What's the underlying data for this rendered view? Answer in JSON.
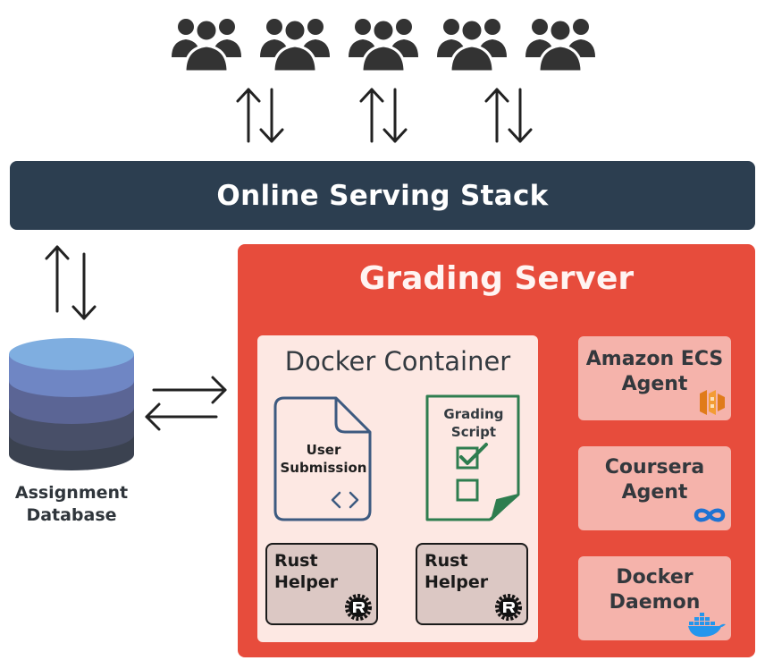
{
  "users": {
    "count": 5,
    "icon": "user-group-icon",
    "color": "#333333"
  },
  "serving_stack": {
    "title": "Online Serving Stack",
    "color": "#2c3e50"
  },
  "grading_server": {
    "title": "Grading Server",
    "color": "#e74c3c",
    "docker_container": {
      "title": "Docker Container",
      "user_submission": {
        "line1": "User",
        "line2": "Submission",
        "icon": "code-file-icon",
        "color": "#3d5a80"
      },
      "grading_script": {
        "line1": "Grading",
        "line2": "Script",
        "icon": "checklist-file-icon",
        "color": "#2e7d4f"
      },
      "helpers": [
        {
          "line1": "Rust",
          "line2": "Helper",
          "icon": "rust-logo-icon"
        },
        {
          "line1": "Rust",
          "line2": "Helper",
          "icon": "rust-logo-icon"
        }
      ]
    },
    "agents": [
      {
        "line1": "Amazon ECS",
        "line2": "Agent",
        "icon": "amazon-ecs-icon"
      },
      {
        "line1": "Coursera",
        "line2": "Agent",
        "icon": "coursera-icon"
      },
      {
        "line1": "Docker",
        "line2": "Daemon",
        "icon": "docker-whale-icon"
      }
    ]
  },
  "database": {
    "line1": "Assignment",
    "line2": "Database",
    "icon": "database-cylinder-icon"
  }
}
